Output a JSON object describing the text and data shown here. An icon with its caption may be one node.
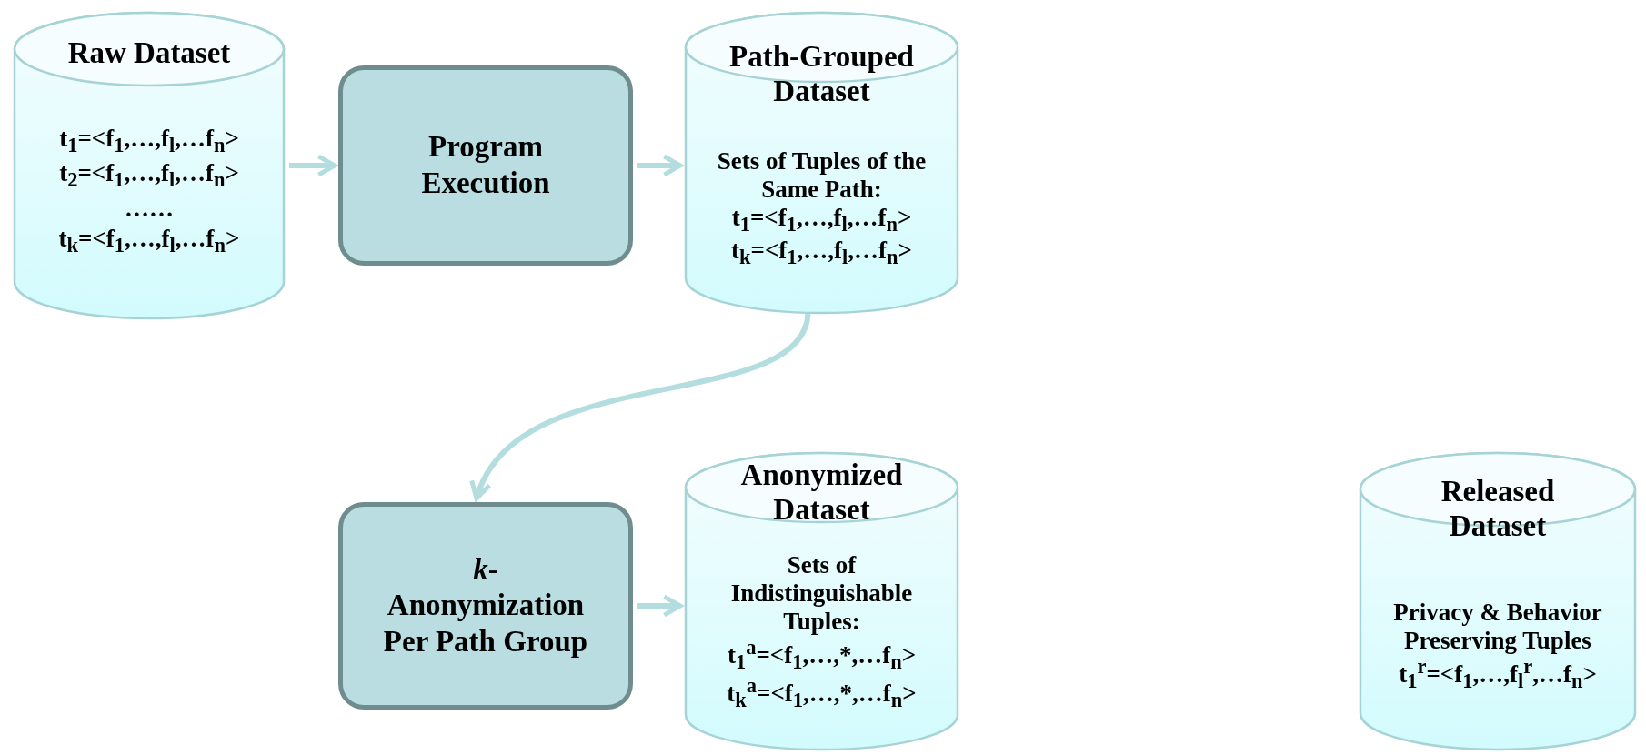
{
  "diagram": {
    "nodes": [
      {
        "text": [
          "Raw Dataset",
          "t$_{1}$=<f$_{1}$,…,f$_{l}$,…f$_{n}$>",
          "t$_{2}$=<f$_{1}$,…,f$_{l}$,…f$_{n}$>",
          "……",
          "t$_{k}$=<f$_{1}$,…,f$_{l}$,…f$_{n}$>"
        ]
      },
      {
        "text": [
          "Program Execution"
        ]
      },
      {
        "text": [
          "Path-Grouped Dataset",
          "Sets of Tuples of the Same Path:",
          "t$_{1}$=<f$_{1}$,…,f$_{l}$,…f$_{n}$>",
          "t$_{k}$=<f$_{1}$,…,f$_{l}$,…f$_{n}$>"
        ]
      },
      {
        "text": [
          "*k*-Anonymization Per Path Group"
        ]
      },
      {
        "text": [
          "Anonymized Dataset",
          "Sets of Indistinguishable Tuples:",
          "t$_{1}$$^{a}$=<f$_{1}$,…,*,…f$_{n}$>",
          "t$_{k}$$^{a}$=<f$_{1}$,…,*,…f$_{n}$>"
        ]
      },
      {
        "text": [
          "Released Dataset",
          "Privacy & Behavior Preserving Tuples",
          "t$_{1}$$^{r}$=<f$_{1}$,…,f$_{l}$$^{r}$,…f$_{n}$>"
        ]
      }
    ],
    "edges": [
      {
        "from": 0,
        "to": 1,
        "arrow": "to"
      },
      {
        "from": 1,
        "to": 2,
        "arrow": "to"
      },
      {
        "from": 2,
        "to": 3,
        "arrow": "to"
      },
      {
        "from": 3,
        "to": 4,
        "arrow": "to"
      }
    ]
  }
}
